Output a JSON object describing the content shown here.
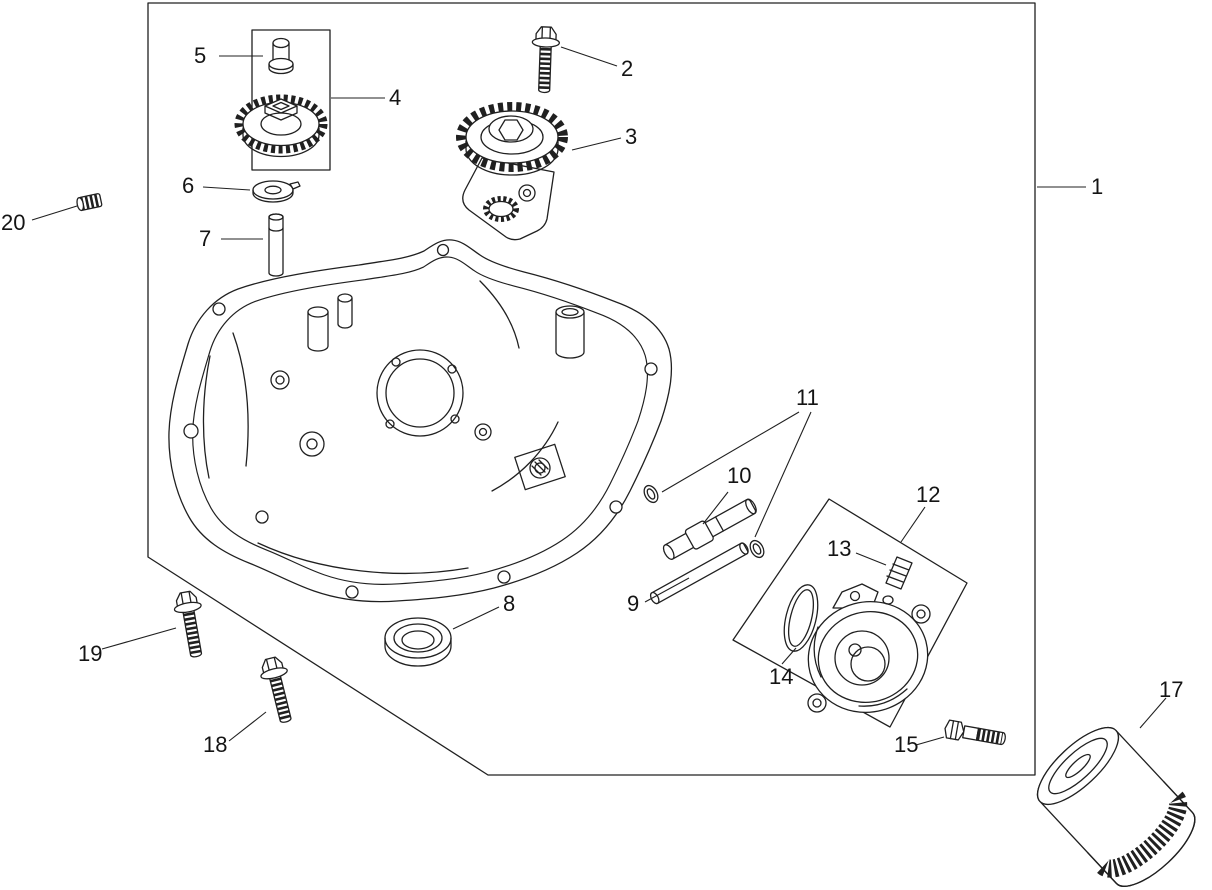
{
  "figure": {
    "kind": "exploded-parts-diagram",
    "background_color": "#ffffff",
    "line_color": "#202020",
    "callouts": [
      {
        "label": "1"
      },
      {
        "label": "2"
      },
      {
        "label": "3"
      },
      {
        "label": "4"
      },
      {
        "label": "5"
      },
      {
        "label": "6"
      },
      {
        "label": "7"
      },
      {
        "label": "8"
      },
      {
        "label": "9"
      },
      {
        "label": "10"
      },
      {
        "label": "11"
      },
      {
        "label": "12"
      },
      {
        "label": "13"
      },
      {
        "label": "14"
      },
      {
        "label": "15"
      },
      {
        "label": "17"
      },
      {
        "label": "18"
      },
      {
        "label": "19"
      },
      {
        "label": "20"
      }
    ]
  }
}
